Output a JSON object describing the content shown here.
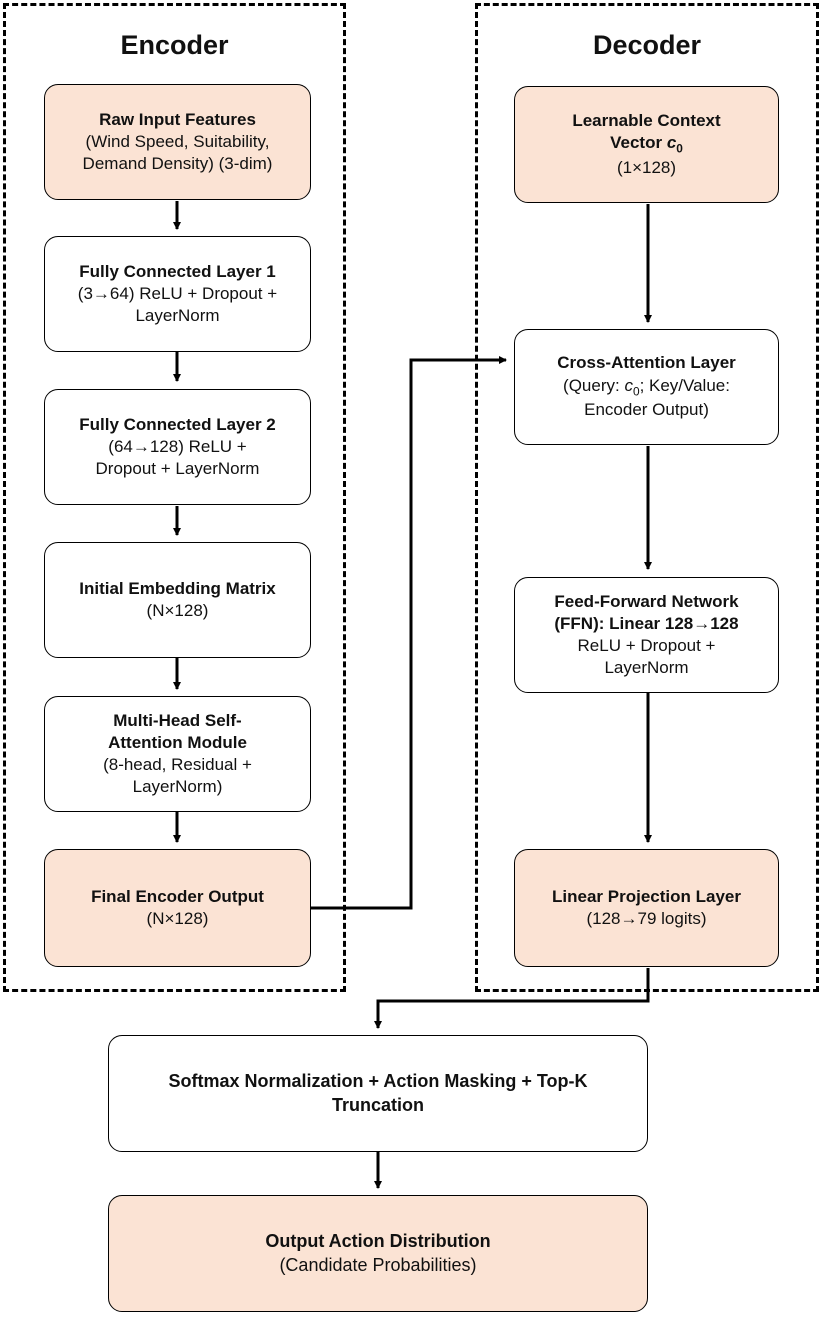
{
  "encoder": {
    "title": "Encoder",
    "raw_input": {
      "title": "Raw Input Features",
      "lines": [
        "(Wind Speed, Suitability,",
        "Demand Density) (3-dim)"
      ]
    },
    "fc1": {
      "title": "Fully Connected Layer 1",
      "lines": [
        "(3→64) ReLU + Dropout +",
        "LayerNorm"
      ]
    },
    "fc2": {
      "title": "Fully Connected Layer 2",
      "lines": [
        "(64→128) ReLU +",
        "Dropout + LayerNorm"
      ]
    },
    "embed": {
      "title": "Initial Embedding Matrix",
      "lines": [
        "(N×128)"
      ]
    },
    "mhsa": {
      "title_lines": [
        "Multi-Head Self-",
        "Attention Module"
      ],
      "lines": [
        "(8-head, Residual +",
        "LayerNorm)"
      ]
    },
    "final": {
      "title": "Final Encoder Output",
      "lines": [
        "(N×128)"
      ]
    }
  },
  "decoder": {
    "title": "Decoder",
    "context": {
      "title_lines": [
        "Learnable Context",
        "Vector"
      ],
      "symbol": "c",
      "symbol_sub": "0",
      "lines": [
        "(1×128)"
      ]
    },
    "cross": {
      "title": "Cross-Attention Layer",
      "line1_pre": "(Query: ",
      "line1_sym": "c",
      "line1_sub": "0",
      "line1_post": "; Key/Value:",
      "line2": "Encoder Output)"
    },
    "ffn": {
      "title_lines": [
        "Feed-Forward Network",
        "(FFN): Linear 128→128"
      ],
      "lines": [
        "ReLU + Dropout +",
        "LayerNorm"
      ]
    },
    "proj": {
      "title": "Linear Projection Layer",
      "lines": [
        "(128→79 logits)"
      ]
    }
  },
  "softmax": {
    "title_lines": [
      "Softmax Normalization + Action Masking + Top-K",
      "Truncation"
    ]
  },
  "output": {
    "title": "Output Action Distribution",
    "lines": [
      "(Candidate Probabilities)"
    ]
  }
}
